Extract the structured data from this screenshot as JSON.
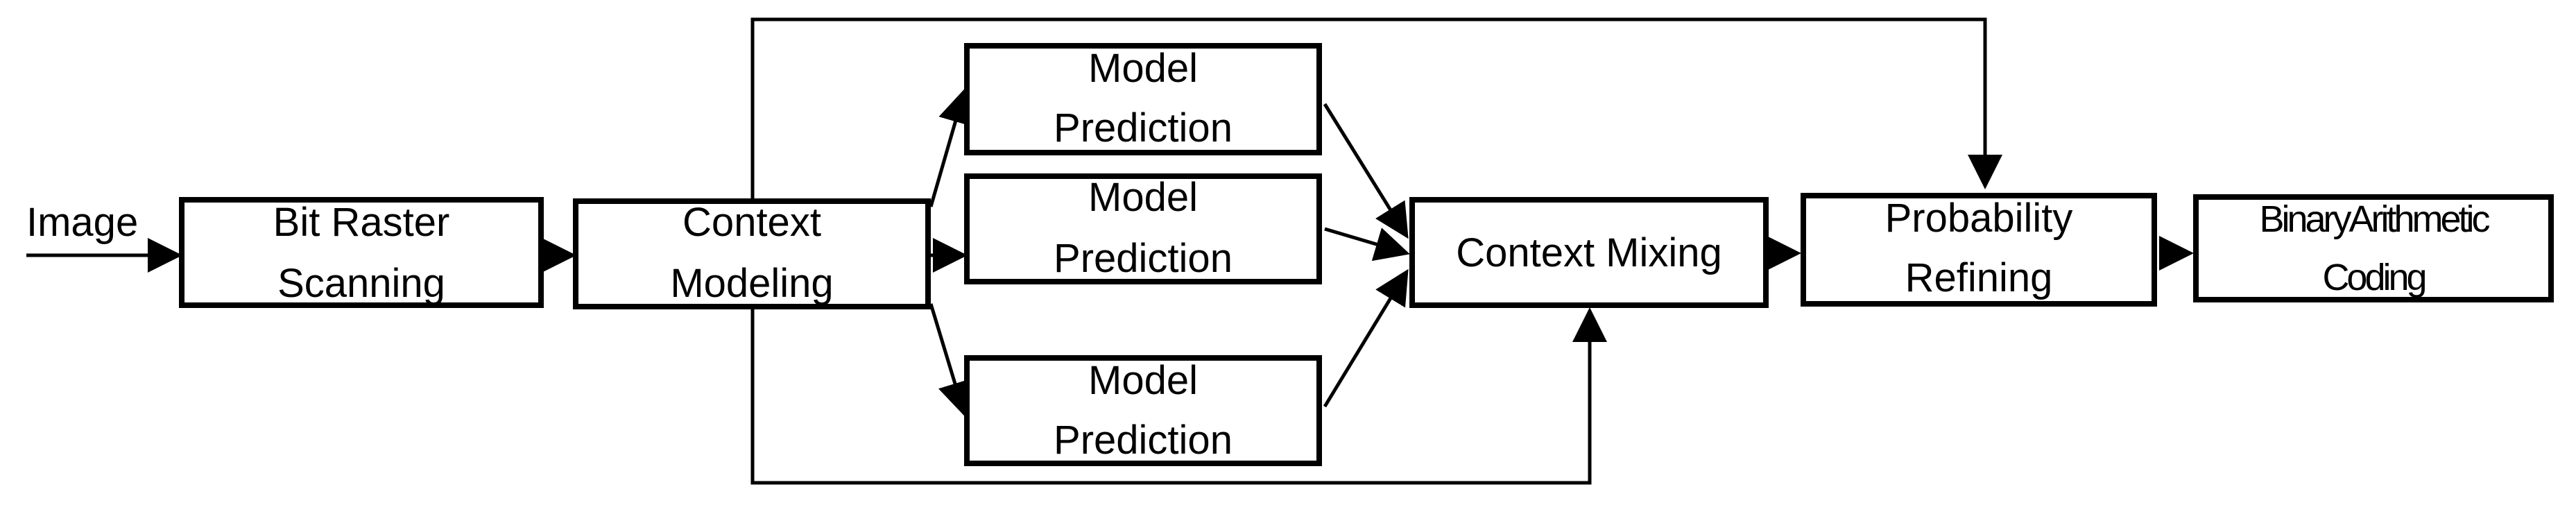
{
  "input": {
    "label": "Image"
  },
  "nodes": [
    {
      "id": "bit-raster-scanning",
      "lines": [
        "Bit Raster",
        "Scanning"
      ]
    },
    {
      "id": "context-modeling",
      "lines": [
        "Context",
        "Modeling"
      ]
    },
    {
      "id": "model-prediction-1",
      "lines": [
        "Model",
        "Prediction"
      ]
    },
    {
      "id": "model-prediction-2",
      "lines": [
        "Model",
        "Prediction"
      ]
    },
    {
      "id": "model-prediction-3",
      "lines": [
        "Model",
        "Prediction"
      ]
    },
    {
      "id": "context-mixing",
      "lines": [
        "Context Mixing"
      ]
    },
    {
      "id": "probability-refining",
      "lines": [
        "Probability",
        "Refining"
      ]
    },
    {
      "id": "binary-arithmetic-coding",
      "lines": [
        "BinaryArithmetic",
        "Coding"
      ]
    }
  ],
  "colors": {
    "stroke": "#000000",
    "fill": "#ffffff"
  }
}
